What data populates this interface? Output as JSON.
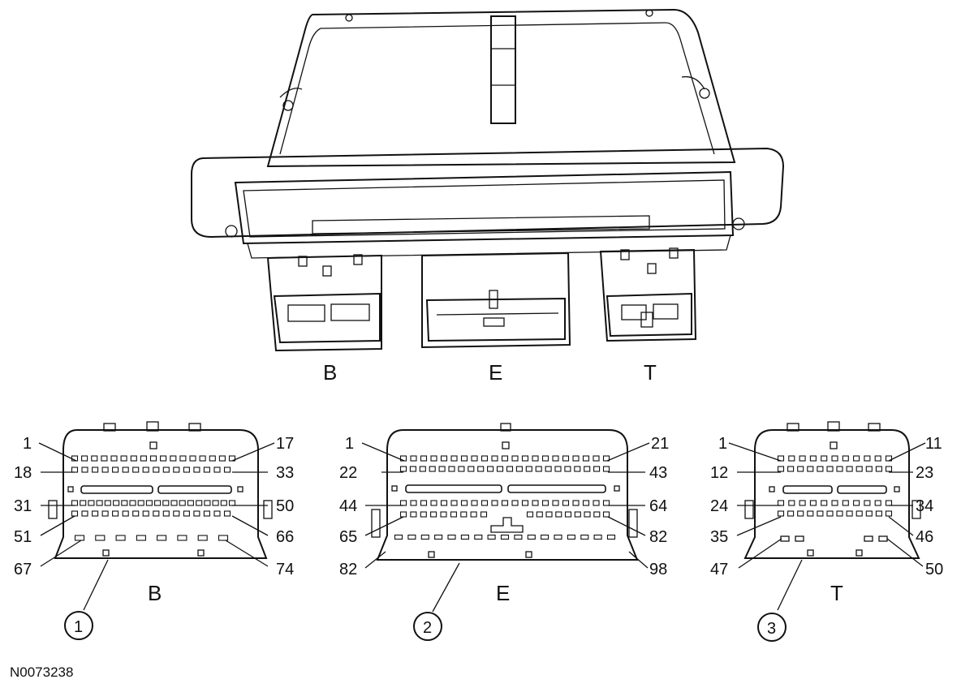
{
  "module": {
    "ports": [
      {
        "id": "B",
        "label": "B"
      },
      {
        "id": "E",
        "label": "E"
      },
      {
        "id": "T",
        "label": "T"
      }
    ]
  },
  "connectors": [
    {
      "id": "B",
      "label": "B",
      "callout": "1",
      "pins": {
        "r1s": "1",
        "r1e": "17",
        "r2s": "18",
        "r2e": "33",
        "r3s": "31",
        "r3e": "50",
        "r4s": "51",
        "r4e": "66",
        "r5s": "67",
        "r5e": "74"
      }
    },
    {
      "id": "E",
      "label": "E",
      "callout": "2",
      "pins": {
        "r1s": "1",
        "r1e": "21",
        "r2s": "22",
        "r2e": "43",
        "r3s": "44",
        "r3e": "64",
        "r4s": "65",
        "r4e": "82",
        "r5s": "82",
        "r5e": "98"
      }
    },
    {
      "id": "T",
      "label": "T",
      "callout": "3",
      "pins": {
        "r1s": "1",
        "r1e": "11",
        "r2s": "12",
        "r2e": "23",
        "r3s": "24",
        "r3e": "34",
        "r4s": "35",
        "r4e": "46",
        "r5s": "47",
        "r5e": "50"
      }
    }
  ],
  "figure_id": "N0073238"
}
